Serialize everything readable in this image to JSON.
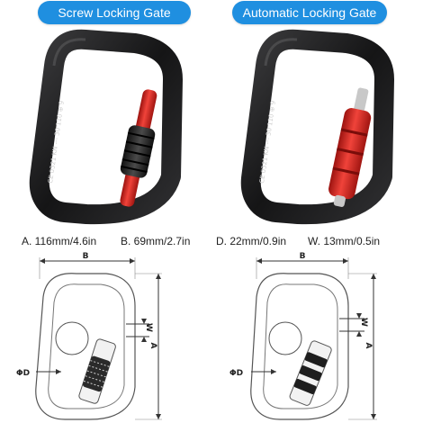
{
  "labels": {
    "screw_gate": "Screw Locking Gate",
    "auto_gate": "Automatic Locking Gate"
  },
  "engraving": {
    "left": "CE 0321 KN --- 30 110 ⊕ 9",
    "right": "CE 0321 KN --- 30 110 ⊕ 9"
  },
  "dimensions": {
    "a": "A. 116mm/4.6in",
    "b": "B. 69mm/2.7in",
    "d": "D. 22mm/0.9in",
    "w": "W. 13mm/0.5in"
  },
  "diagram_labels": {
    "b": "B",
    "a": "A",
    "w": "W",
    "d": "ΦD"
  },
  "colors": {
    "pill_blue": "#1f8fe0",
    "body_black": "#1c1c1e",
    "sleeve_red": "#d8261f",
    "lock_ring": "#2a2a2a"
  }
}
